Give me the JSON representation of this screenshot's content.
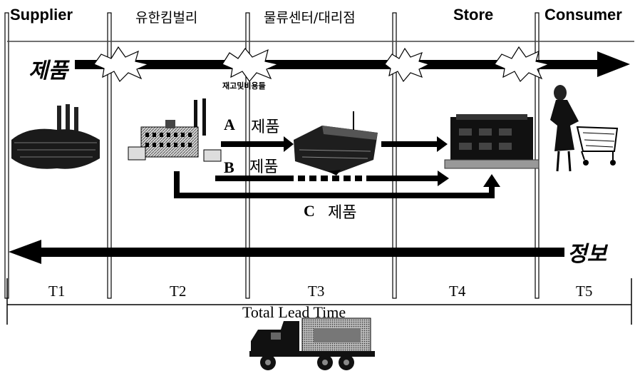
{
  "stages": {
    "supplier": "Supplier",
    "manufacturer": "유한킴벌리",
    "distribution": "물류센터/대리점",
    "store": "Store",
    "consumer": "Consumer"
  },
  "flows": {
    "product_main": "제품",
    "inventory_cost": "재고및비용들",
    "route_a_letter": "A",
    "route_a_label": "제품",
    "route_b_letter": "B",
    "route_b_label": "제품",
    "route_c_letter": "C",
    "route_c_label": "제품",
    "information": "정보"
  },
  "periods": [
    "T1",
    "T2",
    "T3",
    "T4",
    "T5"
  ],
  "total_lead_time": "Total Lead Time"
}
